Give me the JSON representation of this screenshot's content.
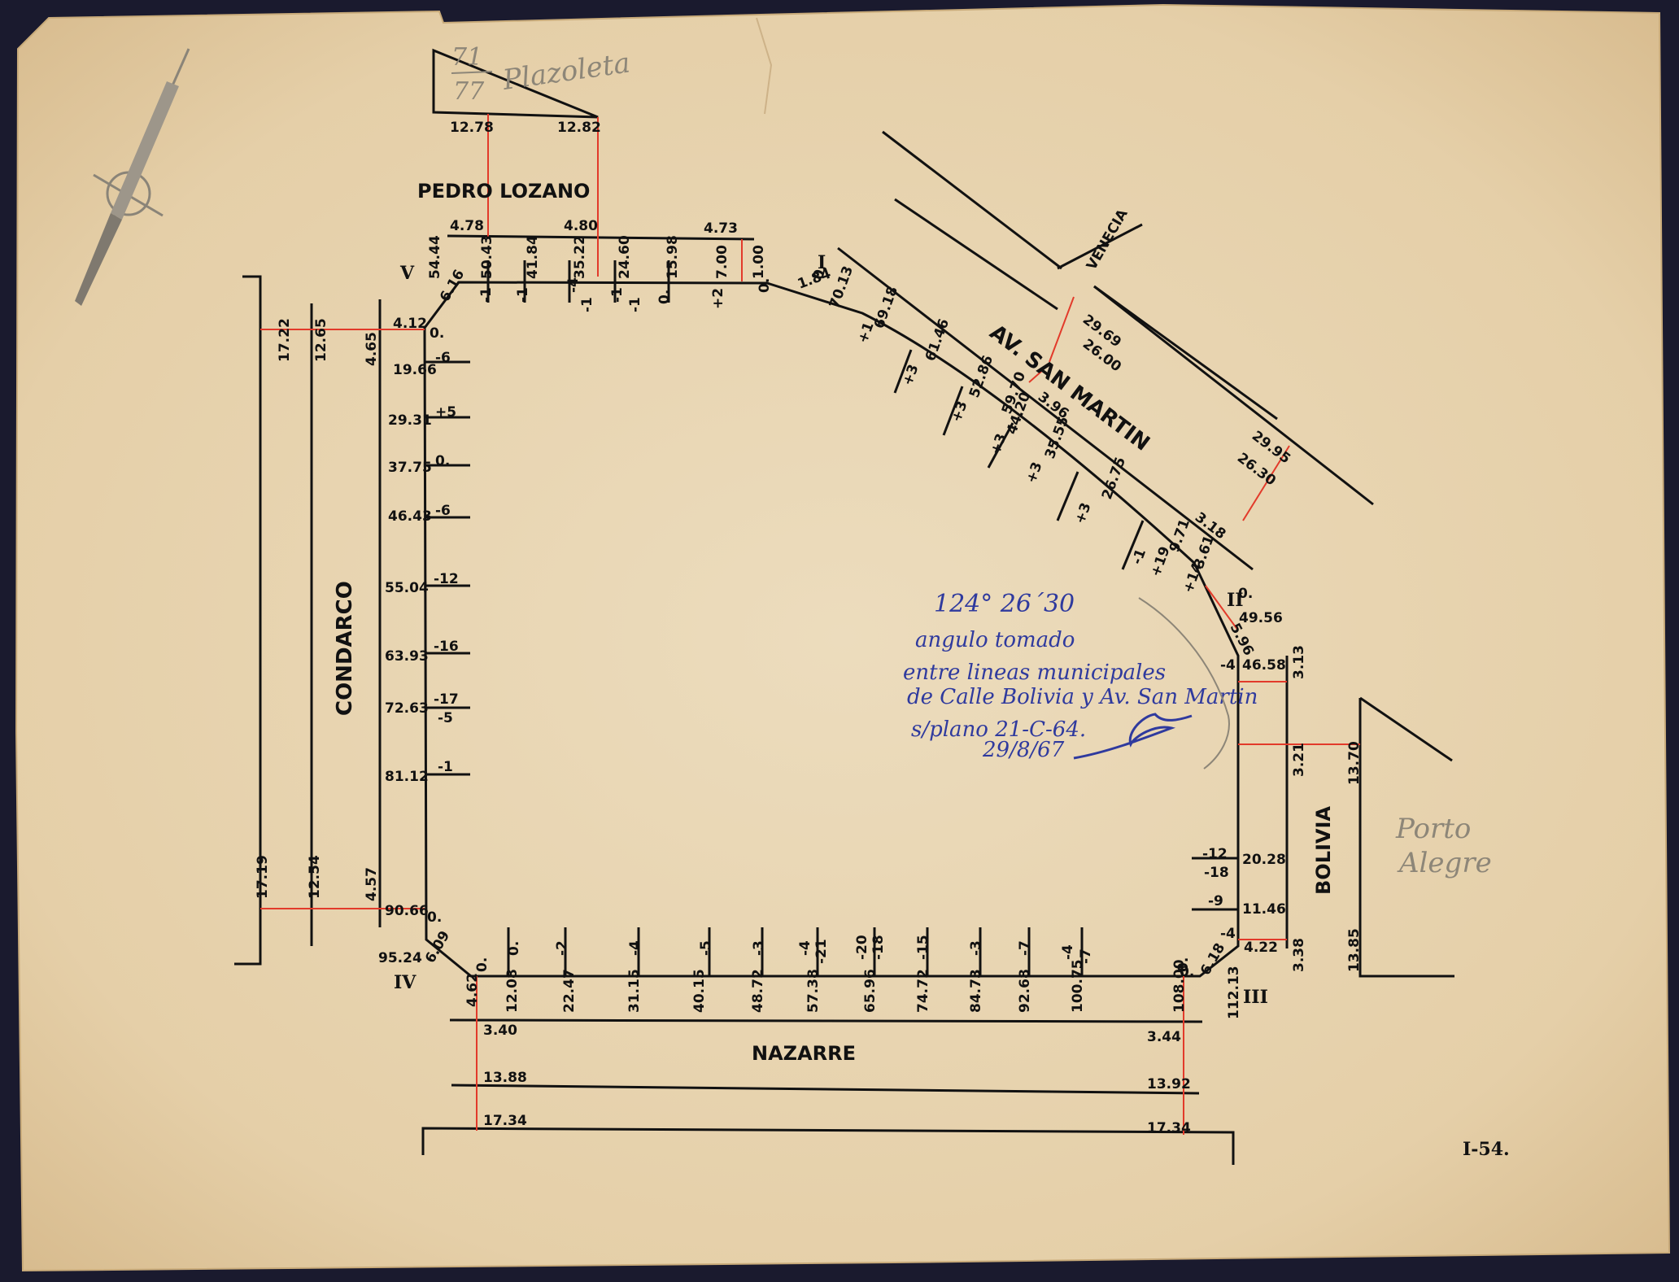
{
  "colors": {
    "paper": "#e8d4b0",
    "ink": "#111111",
    "red_line": "#e23a2a",
    "blue_ink": "#2f3a9e",
    "pencil": "#8d8678"
  },
  "streets": {
    "pedro_lozano": "PEDRO LOZANO",
    "condarco": "CONDARCO",
    "nazarre": "NAZARRE",
    "bolivia": "BOLIVIA",
    "av_san_martin": "AV. SAN MARTIN",
    "venecia": "VENECIA"
  },
  "corners": {
    "I": "I",
    "II": "II",
    "III": "III",
    "IV": "IV",
    "V": "V"
  },
  "note": {
    "angle": "124° 26´30",
    "line1": "angulo tomado",
    "line2": "entre lineas municipales",
    "line3": "de Calle Bolivia y Av. San Martin",
    "line4": "s/plano 21-C-64.",
    "date": "29/8/67"
  },
  "pencil": {
    "porto": "Porto",
    "alegre": "Alegre",
    "plazoleta_frac_top": "71",
    "plazoleta_frac_bottom": "77",
    "plazoleta_label": "Plazoleta"
  },
  "sheet_ref": "I-54.",
  "pedro_lozano_widths": [
    "4.78",
    "4.80",
    "4.73"
  ],
  "triangle_offsets": [
    "12.78",
    "12.82"
  ],
  "top_side": {
    "distances": [
      "54.44",
      "50.43",
      "41.84",
      "35.22",
      "24.60",
      "15.98",
      "7.00",
      "1.00"
    ],
    "levels": [
      "-1",
      "-1",
      "-4",
      "-1",
      "-1",
      "-1",
      "0.",
      "+2",
      "0."
    ]
  },
  "left_side": {
    "distances": [
      "4.12",
      "19.66",
      "29.31",
      "37.75",
      "46.43",
      "55.04",
      "63.93",
      "72.63",
      "81.12",
      "90.66",
      "95.24"
    ],
    "levels": [
      "0.",
      "-6",
      "+5",
      "0.",
      "-6",
      "-12",
      "-16",
      "-17",
      "-5",
      "-1",
      "0."
    ],
    "chamfer": "6.16",
    "offsets_top": [
      "17.22",
      "12.65",
      "4.65"
    ],
    "offsets_bottom": [
      "17.19",
      "12.54",
      "4.57"
    ]
  },
  "bottom_side": {
    "distances": [
      "4.62",
      "12.08",
      "22.47",
      "31.15",
      "40.15",
      "48.72",
      "57.38",
      "65.96",
      "74.72",
      "84.73",
      "92.68",
      "100.75",
      "108.00",
      "112.13"
    ],
    "levels": [
      "0.",
      "0.",
      "-2",
      "-4",
      "-5",
      "-3",
      "-4",
      "-21",
      "-20",
      "-18",
      "-15",
      "-3",
      "-7",
      "-4",
      "-7",
      "0."
    ],
    "chamfer_iv": "6.09",
    "chamfer_iii": "6.18",
    "widths_left": [
      "3.40",
      "13.88",
      "17.34"
    ],
    "widths_right": [
      "3.44",
      "13.92",
      "17.34"
    ]
  },
  "right_side": {
    "distances": [
      "49.56",
      "46.58",
      "20.28",
      "11.46",
      "4.22"
    ],
    "levels": [
      "0.",
      "-4",
      "-12",
      "-18",
      "-9",
      "-4",
      "0."
    ],
    "chamfer": "5.96",
    "offsets": [
      "3.13",
      "3.21",
      "13.70",
      "3.38",
      "13.85"
    ]
  },
  "diagonal": {
    "distances": [
      "70.13",
      "69.18",
      "61.46",
      "52.86",
      "59.70",
      "44.20",
      "35.55",
      "26.75",
      "9.71"
    ],
    "levels": [
      "0.",
      "+1",
      "+3",
      "+3",
      "+3",
      "+3",
      "+3",
      "-1",
      "+19",
      "+14"
    ],
    "chamfer": "1.84",
    "offsets": [
      "3.96",
      "3.18",
      "3.61",
      "29.69",
      "26.00",
      "29.95",
      "26.30"
    ]
  }
}
